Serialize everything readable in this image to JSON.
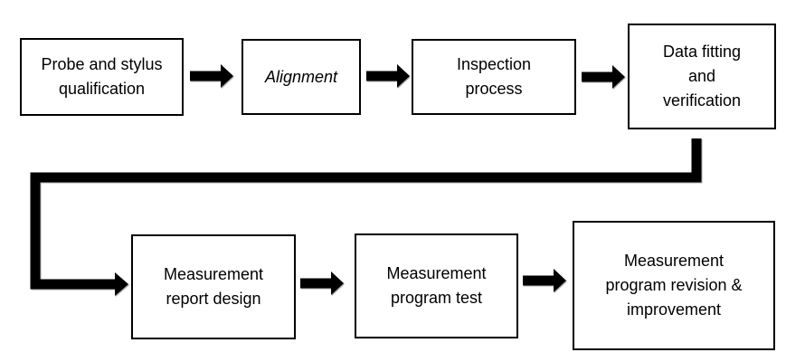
{
  "flowchart": {
    "boxes": [
      {
        "id": "probe-stylus-qualification",
        "label": "Probe and stylus\nqualification"
      },
      {
        "id": "alignment",
        "label": "Alignment",
        "style": "italic"
      },
      {
        "id": "inspection-process",
        "label": "Inspection\nprocess"
      },
      {
        "id": "data-fitting-verification",
        "label": "Data fitting\nand\nverification"
      },
      {
        "id": "measurement-report-design",
        "label": "Measurement\nreport design"
      },
      {
        "id": "measurement-program-test",
        "label": "Measurement\nprogram test"
      },
      {
        "id": "measurement-program-revision-improvement",
        "label": "Measurement\nprogram revision &\nimprovement"
      }
    ],
    "flow_order": [
      "Probe and stylus qualification",
      "Alignment",
      "Inspection process",
      "Data fitting and verification",
      "Measurement report design",
      "Measurement program test",
      "Measurement program revision & improvement"
    ],
    "colors": {
      "box_border": "#000000",
      "text": "#000000",
      "arrow": "#000000",
      "background": "#ffffff",
      "shadow": "#ababab"
    }
  }
}
